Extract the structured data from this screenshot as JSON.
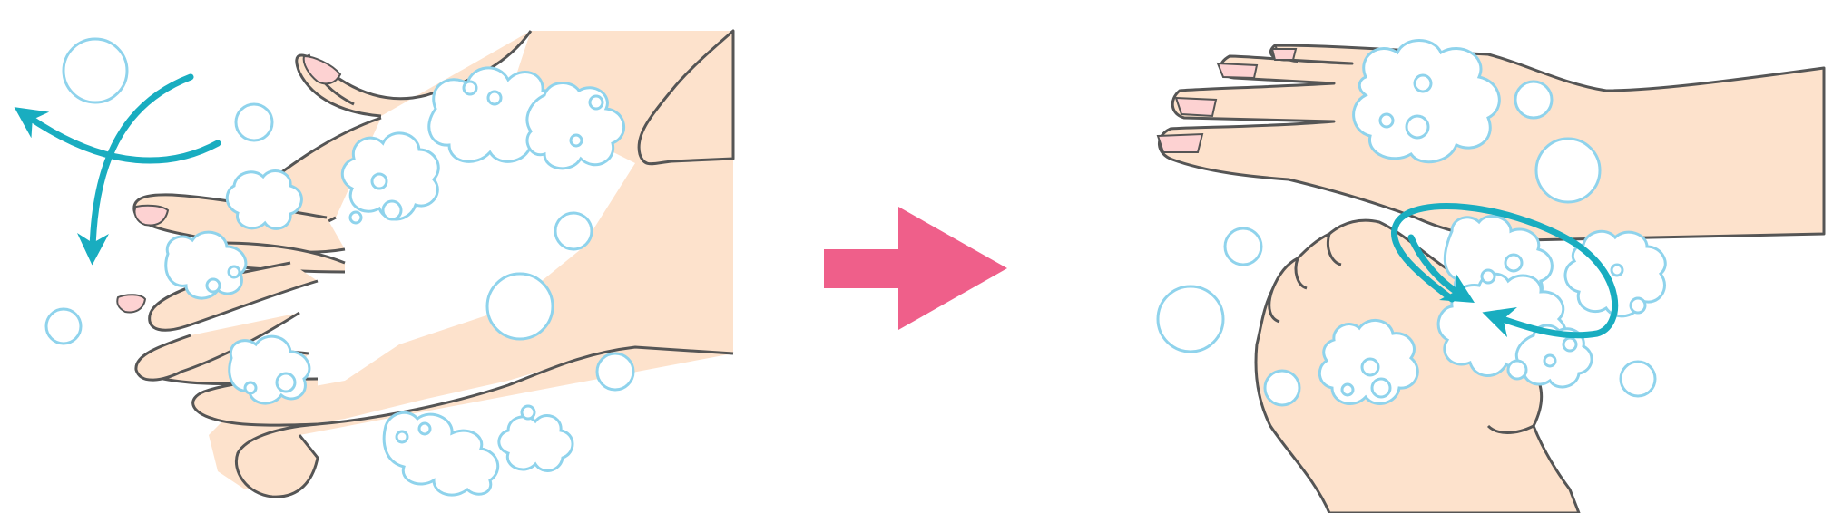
{
  "illustration": {
    "panels": [
      {
        "step": "interlace-fingers-scrub-back-of-hand",
        "motion": "curved-arrows-rubbing"
      },
      {
        "step": "scrub-thumb-twisting-with-palm",
        "motion": "circular-arrow-twisting"
      }
    ],
    "transition_icon": "right-arrow-icon"
  },
  "colors": {
    "skin": "#fde2cc",
    "outline": "#555555",
    "nail": "#fdd2d2",
    "foam_outline": "#8fd3ec",
    "motion_arrow": "#19adc0",
    "transition_arrow": "#ef5f8a",
    "background": "#ffffff"
  }
}
